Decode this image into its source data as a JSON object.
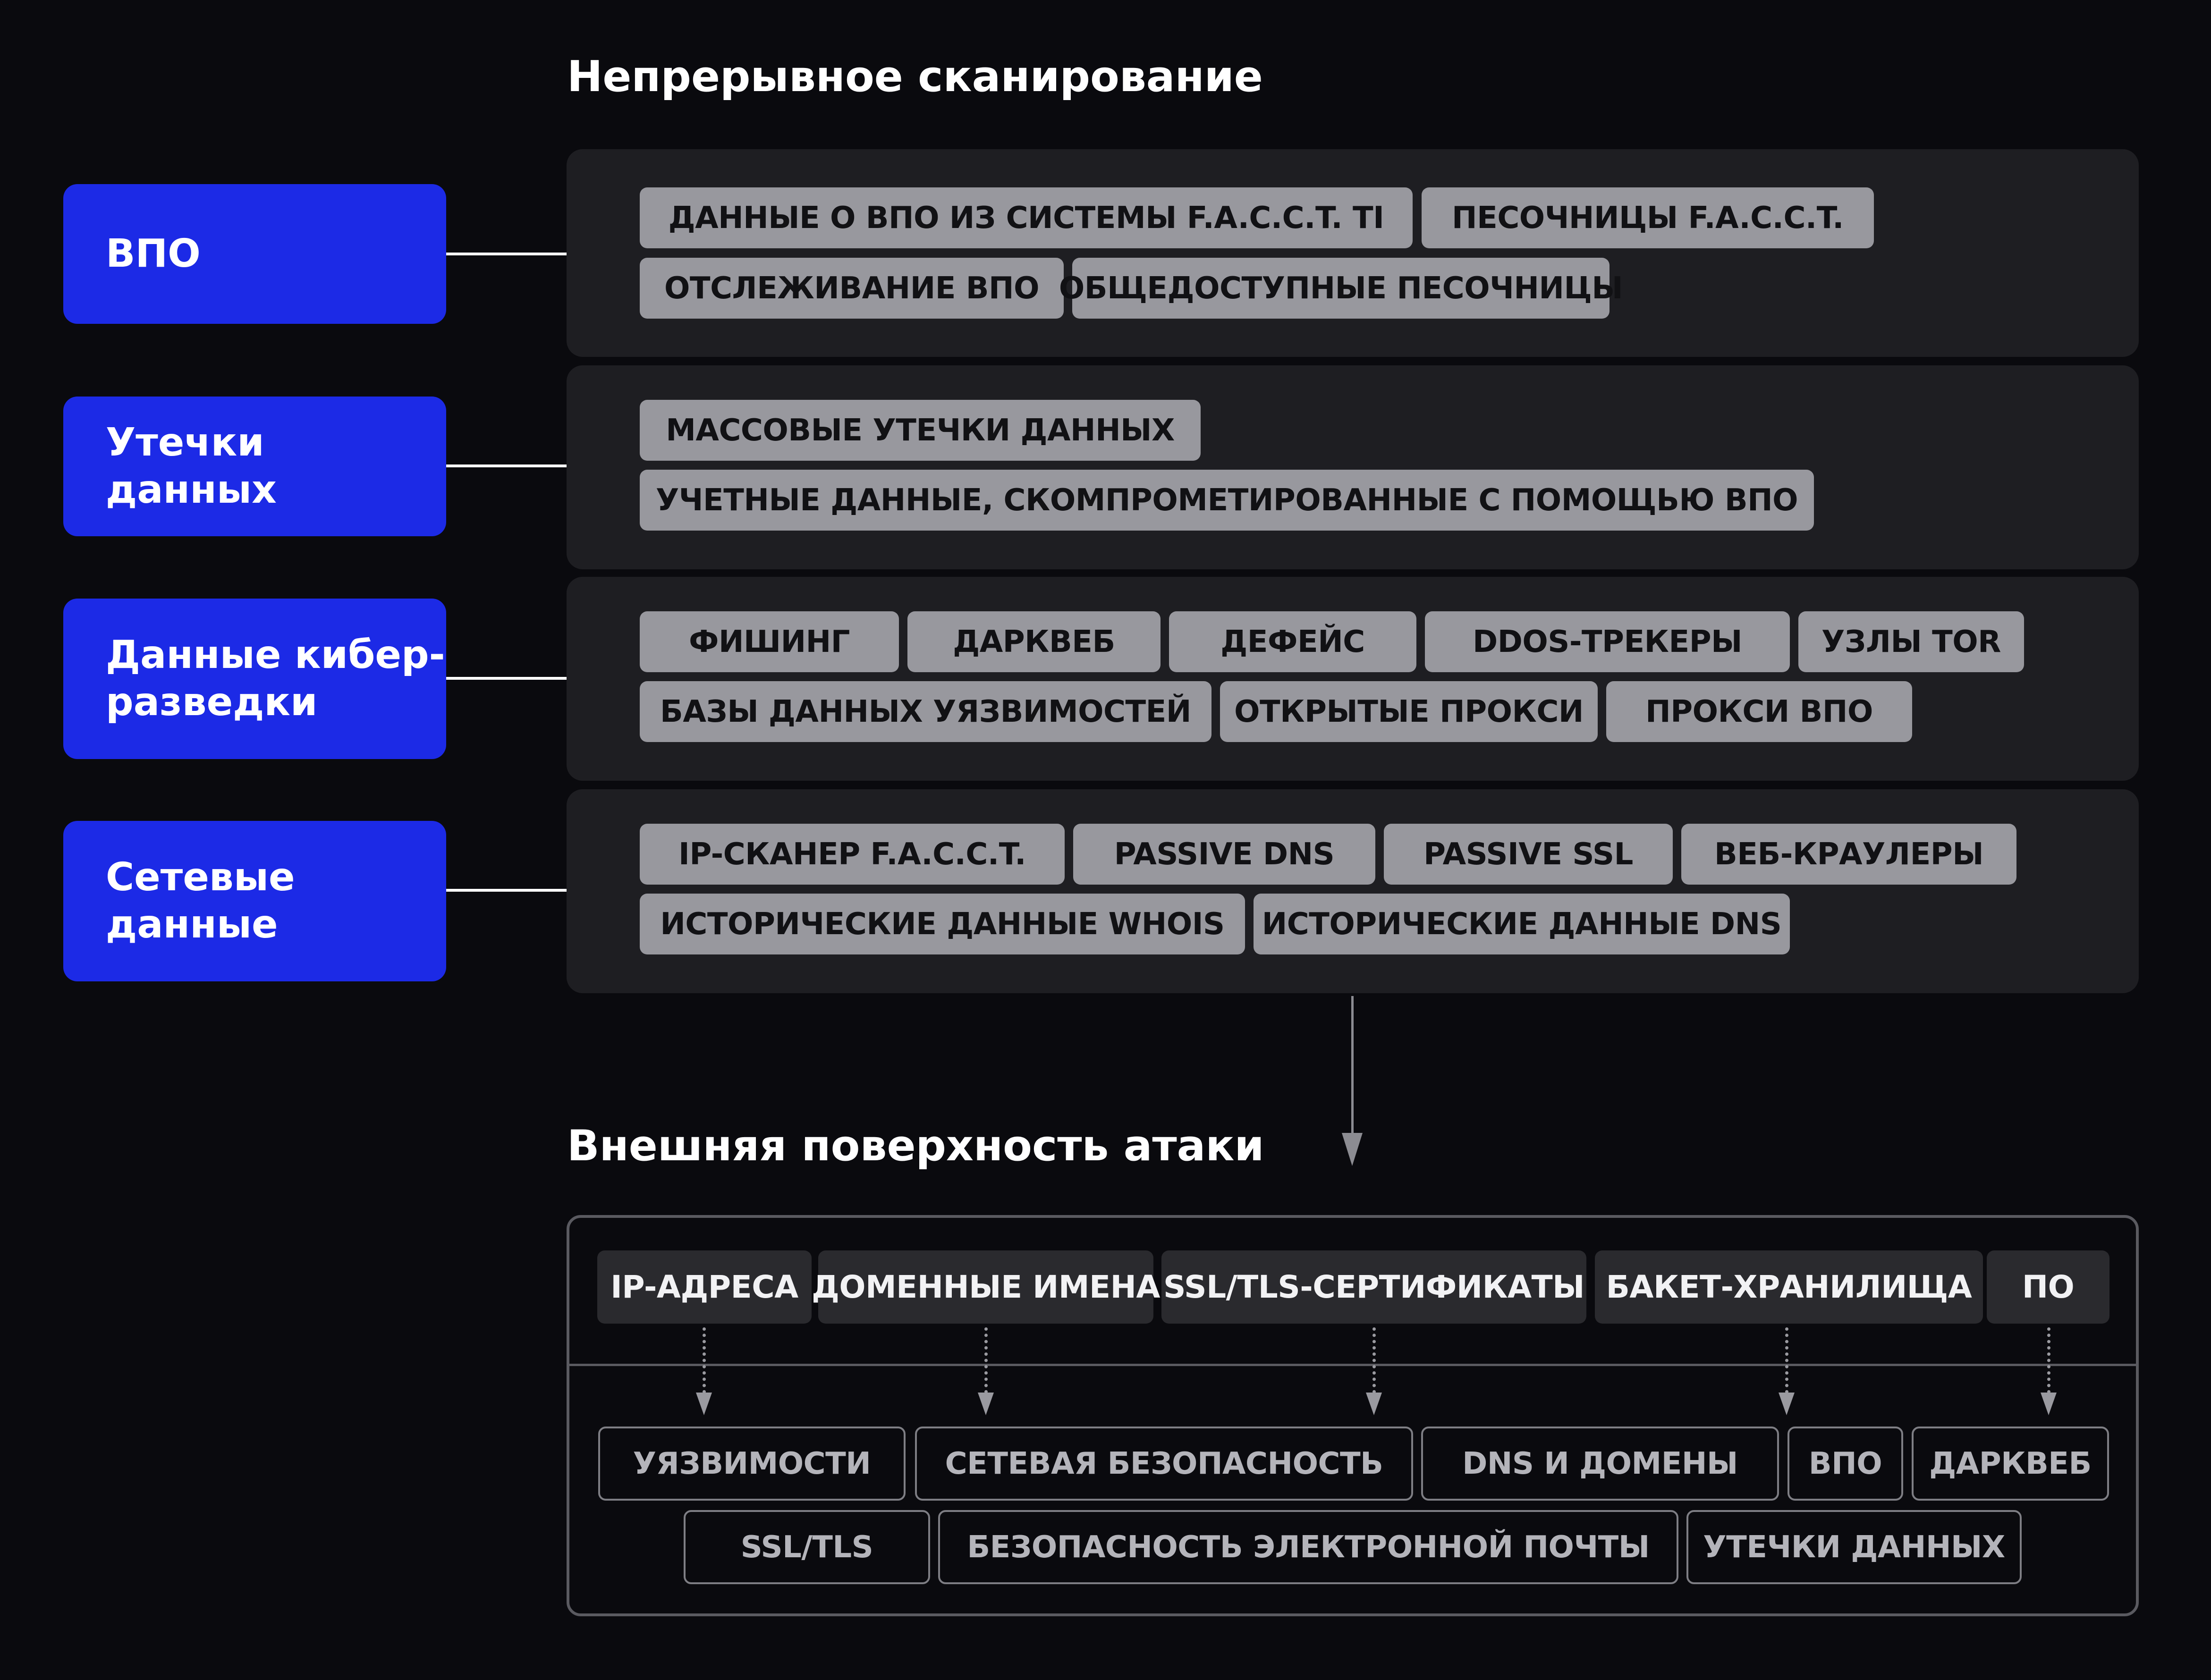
{
  "continuous_scanning": {
    "title": "Непрерывное сканирование",
    "rows": [
      {
        "source": "ВПО",
        "chips": [
          "ДАННЫЕ О ВПО ИЗ СИСТЕМЫ F.A.C.C.T. TI",
          "ПЕСОЧНИЦЫ F.A.C.C.T.",
          "ОТСЛЕЖИВАНИЕ ВПО",
          "ОБЩЕДОСТУПНЫЕ ПЕСОЧНИЦЫ"
        ]
      },
      {
        "source": "Утечки данных",
        "chips": [
          "МАССОВЫЕ УТЕЧКИ ДАННЫХ",
          "УЧЕТНЫЕ ДАННЫЕ, СКОМПРОМЕТИРОВАННЫЕ  С ПОМОЩЬЮ ВПО"
        ]
      },
      {
        "source": "Данные кибер-\nразведки",
        "chips": [
          "ФИШИНГ",
          "ДАРКВЕБ",
          "ДЕФЕЙС",
          "DDOS-ТРЕКЕРЫ",
          "УЗЛЫ TOR",
          "БАЗЫ ДАННЫХ УЯЗВИМОСТЕЙ",
          "ОТКРЫТЫЕ ПРОКСИ",
          "ПРОКСИ ВПО"
        ]
      },
      {
        "source": "Сетевые\nданные",
        "chips": [
          "IP-СКАНЕР F.A.C.C.T.",
          "PASSIVE DNS",
          "PASSIVE SSL",
          "ВЕБ-КРАУЛЕРЫ",
          "ИСТОРИЧЕСКИЕ ДАННЫЕ WHOIS",
          "ИСТОРИЧЕСКИЕ ДАННЫЕ DNS"
        ]
      }
    ]
  },
  "attack_surface": {
    "title": "Внешняя поверхность атаки",
    "categories": [
      "IP-АДРЕСА",
      "ДОМЕННЫЕ ИМЕНА",
      "SSL/TLS-СЕРТИФИКАТЫ",
      "БАКЕТ-ХРАНИЛИЩА",
      "ПО"
    ],
    "risks": [
      "УЯЗВИМОСТИ",
      "СЕТЕВАЯ БЕЗОПАСНОСТЬ",
      "DNS И ДОМЕНЫ",
      "ВПО",
      "ДАРКВЕБ",
      "SSL/TLS",
      "БЕЗОПАСНОСТЬ ЭЛЕКТРОННОЙ ПОЧТЫ",
      "УТЕЧКИ ДАННЫХ"
    ]
  },
  "colors": {
    "background": "#0a0a0e",
    "source_box": "#1c2ae6",
    "panel": "#1e1e22",
    "chip": "#98989e",
    "category": "#2a2a2e",
    "risk_border": "#7e7e84"
  }
}
